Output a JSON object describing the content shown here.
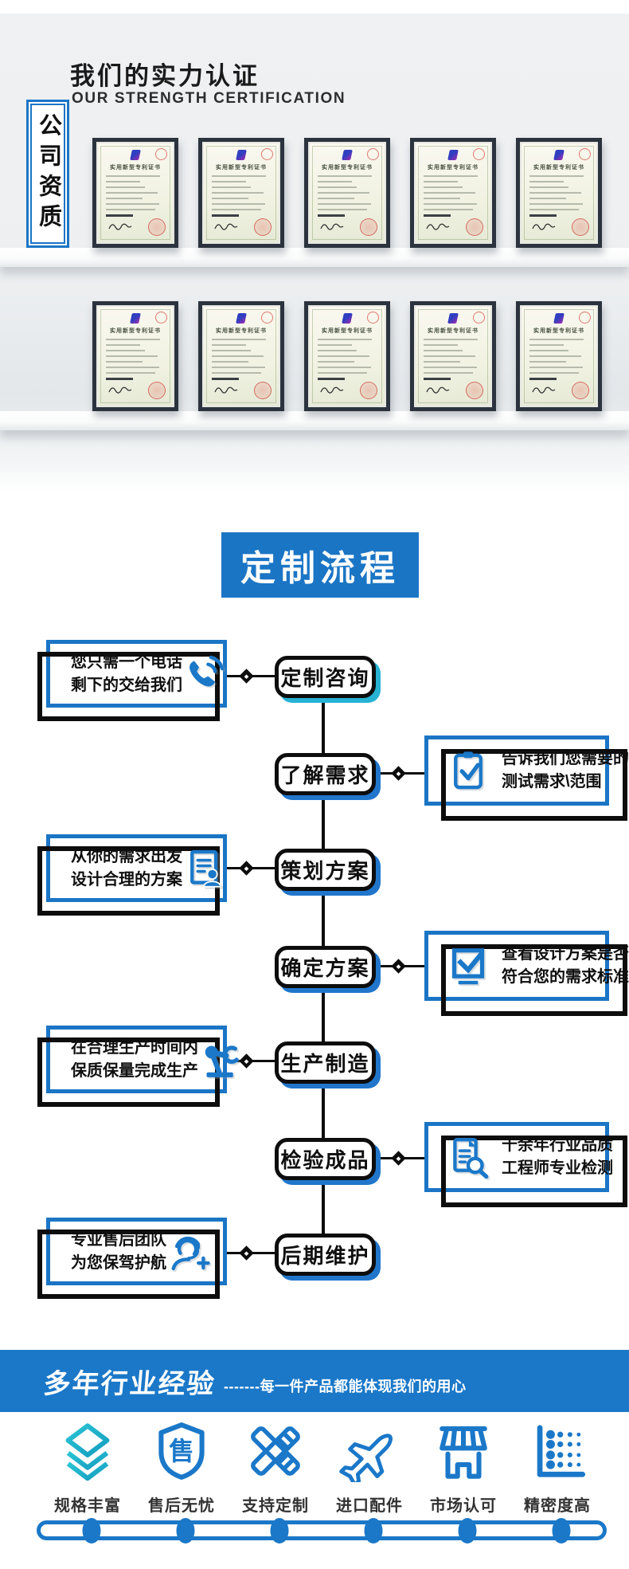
{
  "certification": {
    "title": "我们的实力认证",
    "subtitle": "OUR STRENGTH CERTIFICATION",
    "side_label": "公司资质",
    "certificate_title": "实用新型专利证书",
    "rows": 2,
    "certificates_per_row": 5
  },
  "process": {
    "title": "定制流程",
    "steps": [
      {
        "side": "left",
        "node": "定制咨询",
        "desc_line1": "您只需一个电话",
        "desc_line2": "剩下的交给我们",
        "icon": "phone-icon"
      },
      {
        "side": "right",
        "node": "了解需求",
        "desc_line1": "告诉我们您需要的",
        "desc_line2": "测试需求\\范围",
        "icon": "clipboard-check-icon"
      },
      {
        "side": "left",
        "node": "策划方案",
        "desc_line1": "从你的需求出发",
        "desc_line2": "设计合理的方案",
        "icon": "document-user-icon"
      },
      {
        "side": "right",
        "node": "确定方案",
        "desc_line1": "查看设计方案是否",
        "desc_line2": "符合您的需求标准",
        "icon": "check-square-icon"
      },
      {
        "side": "left",
        "node": "生产制造",
        "desc_line1": "在合理生产时间内",
        "desc_line2": "保质保量完成生产",
        "icon": "robot-arm-icon"
      },
      {
        "side": "right",
        "node": "检验成品",
        "desc_line1": "十余年行业品质",
        "desc_line2": "工程师专业检测",
        "icon": "document-search-icon"
      },
      {
        "side": "left",
        "node": "后期维护",
        "desc_line1": "专业售后团队",
        "desc_line2": "为您保驾护航",
        "icon": "headset-person-icon"
      }
    ]
  },
  "experience": {
    "title": "多年行业经验",
    "subtitle": "-------每一件产品都能体现我们的用心",
    "features": [
      {
        "label": "规格丰富",
        "icon": "layers-icon"
      },
      {
        "label": "售后无忧",
        "icon": "shield-icon",
        "glyph": "售"
      },
      {
        "label": "支持定制",
        "icon": "crossed-tools-icon"
      },
      {
        "label": "进口配件",
        "icon": "airplane-icon"
      },
      {
        "label": "市场认可",
        "icon": "storefront-icon"
      },
      {
        "label": "精密度高",
        "icon": "dot-matrix-icon"
      }
    ]
  },
  "colors": {
    "accent_blue": "#1b75c5",
    "bar_blue": "#1b78c8",
    "node_shadow_cyan": "#27b2d4",
    "node_shadow_blue": "#2176cc",
    "frame_black": "#0d0d0d",
    "teal_icon": "#24b8c8"
  }
}
